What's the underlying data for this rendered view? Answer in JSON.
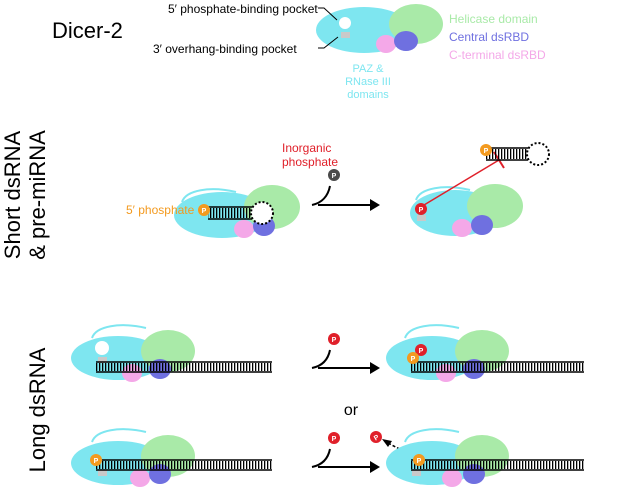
{
  "title": "Dicer-2",
  "legend": {
    "pocket5": "5′ phosphate-binding pocket",
    "pocket3": "3′ overhang-binding pocket",
    "helicase": "Helicase domain",
    "central": "Central dsRBD",
    "cterminal": "C-terminal dsRBD",
    "paz_line1": "PAZ &",
    "paz_line2": "RNase III",
    "paz_line3": "domains"
  },
  "rows": {
    "short_line1": "Short dsRNA",
    "short_line2": "& pre-miRNA",
    "long": "Long dsRNA"
  },
  "labels": {
    "inorganic_line1": "Inorganic",
    "inorganic_line2": "phosphate",
    "five_phosphate": "5′ phosphate",
    "or": "or",
    "p": "P"
  },
  "colors": {
    "cyan": "#7EE6F0",
    "green": "#A9EAA8",
    "blue": "#6F70E0",
    "pink": "#F4A8E8",
    "orange": "#F39A1F",
    "red": "#E0202A",
    "dark": "#4A4A4A",
    "pocket": "#C9C9C9"
  }
}
